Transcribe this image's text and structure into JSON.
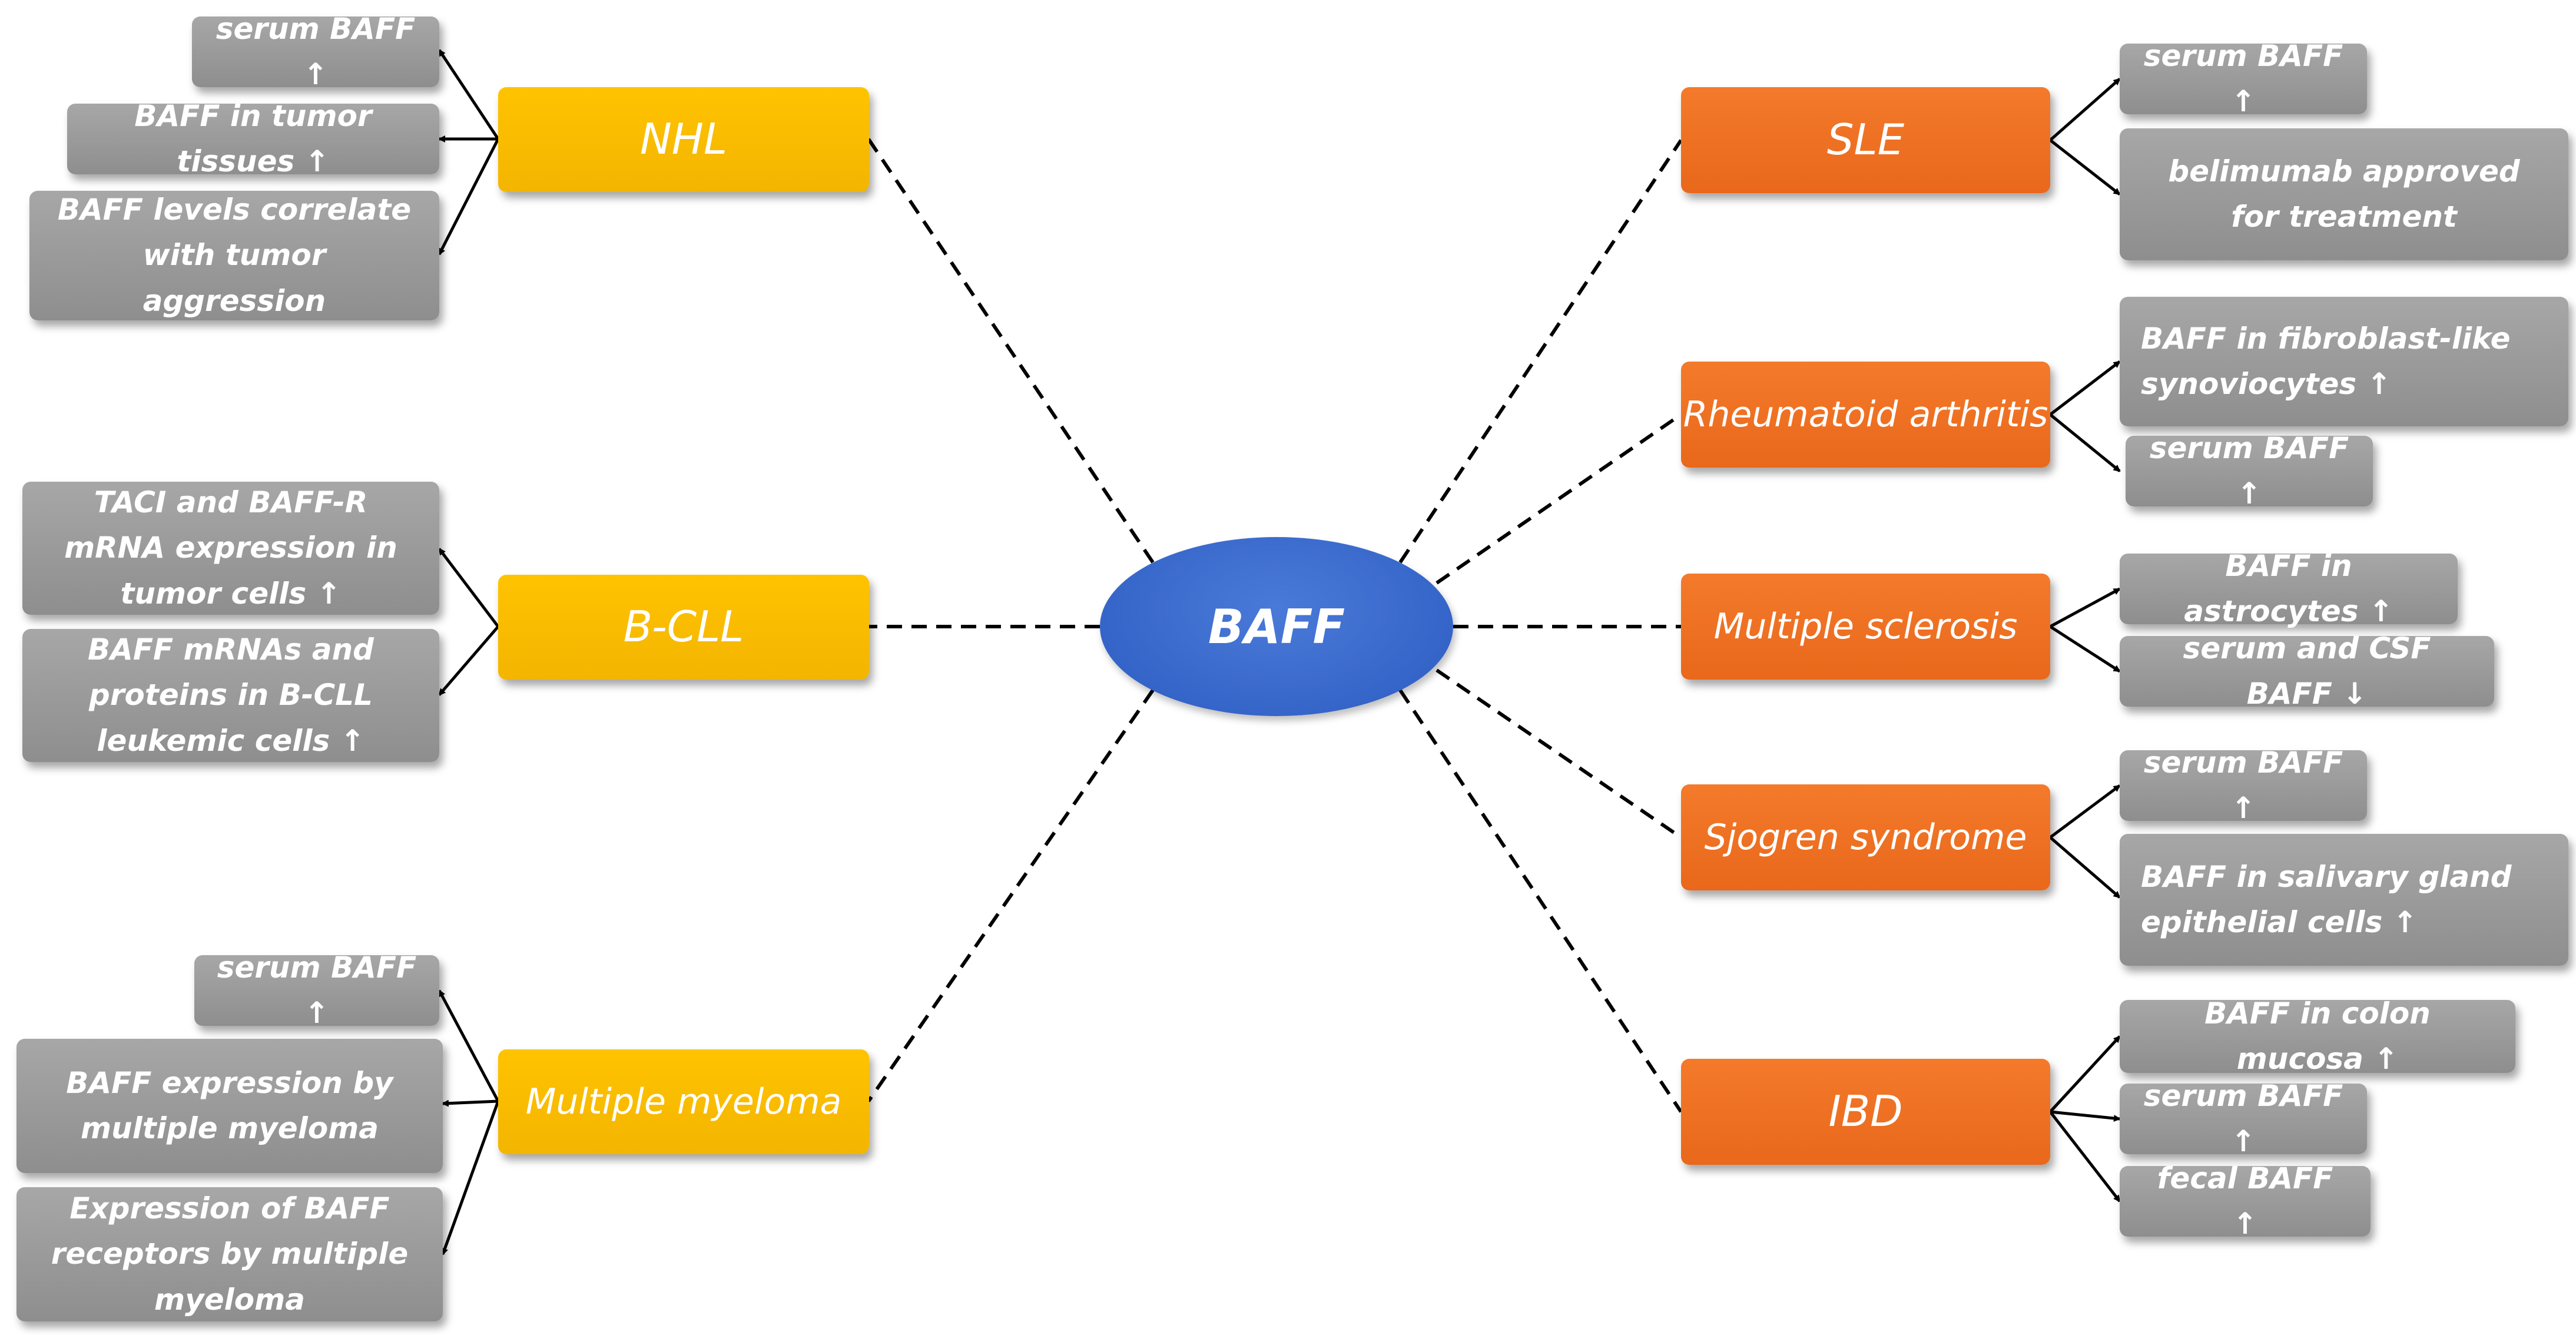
{
  "center": {
    "label": "BAFF"
  },
  "left": [
    {
      "label": "NHL",
      "findings": [
        "serum BAFF ↑",
        "BAFF in tumor tissues ↑",
        "BAFF levels correlate with tumor aggression"
      ]
    },
    {
      "label": "B-CLL",
      "findings": [
        "TACI and BAFF-R mRNA expression in tumor cells ↑",
        "BAFF mRNAs and proteins in B-CLL leukemic cells ↑"
      ]
    },
    {
      "label": "Multiple myeloma",
      "findings": [
        "serum BAFF ↑",
        "BAFF expression by multiple myeloma",
        "Expression of BAFF receptors by multiple myeloma"
      ]
    }
  ],
  "right": [
    {
      "label": "SLE",
      "findings": [
        "serum BAFF ↑",
        "belimumab approved for treatment"
      ]
    },
    {
      "label": "Rheumatoid arthritis",
      "findings": [
        "BAFF in fibroblast-like synoviocytes ↑",
        "serum BAFF ↑"
      ]
    },
    {
      "label": "Multiple sclerosis",
      "findings": [
        "BAFF in astrocytes ↑",
        "serum and CSF BAFF ↓"
      ]
    },
    {
      "label": "Sjogren syndrome",
      "findings": [
        "serum BAFF ↑",
        "BAFF in salivary gland epithelial cells ↑"
      ]
    },
    {
      "label": "IBD",
      "findings": [
        "BAFF in colon mucosa ↑",
        "serum BAFF ↑",
        "fecal BAFF ↑"
      ]
    }
  ],
  "colors": {
    "hematologic": "#ffc300",
    "autoimmune": "#f07226",
    "finding": "#9b9b9b",
    "center": "#3a68cc"
  }
}
